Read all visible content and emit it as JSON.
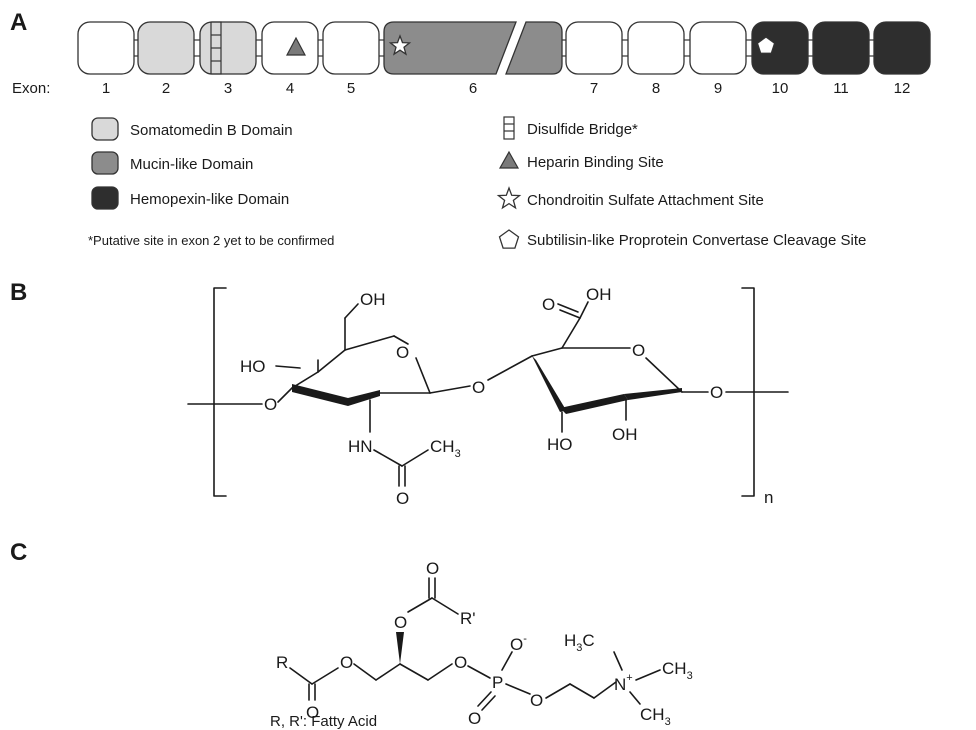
{
  "panels": {
    "a": "A",
    "b": "B",
    "c": "C"
  },
  "colors": {
    "somatomedin": "#d9d9d9",
    "mucin": "#8c8c8c",
    "hemopexin": "#2e2e2e",
    "plain": "#ffffff",
    "stroke": "#333333"
  },
  "exon_axis_label": "Exon:",
  "exons": [
    {
      "num": "1",
      "domain": "plain"
    },
    {
      "num": "2",
      "domain": "somatomedin"
    },
    {
      "num": "3",
      "domain": "somatomedin",
      "feature": "disulfide-bridge"
    },
    {
      "num": "4",
      "domain": "plain",
      "feature": "heparin-binding-site"
    },
    {
      "num": "5",
      "domain": "plain"
    },
    {
      "num": "6",
      "domain": "mucin",
      "feature": "chondroitin-sulfate-site"
    },
    {
      "num": "7",
      "domain": "plain"
    },
    {
      "num": "8",
      "domain": "plain"
    },
    {
      "num": "9",
      "domain": "plain"
    },
    {
      "num": "10",
      "domain": "hemopexin",
      "feature": "proprotein-convertase-site"
    },
    {
      "num": "11",
      "domain": "hemopexin"
    },
    {
      "num": "12",
      "domain": "hemopexin"
    }
  ],
  "legend_domains": [
    {
      "key": "somatomedin",
      "label": "Somatomedin B Domain"
    },
    {
      "key": "mucin",
      "label": "Mucin-like Domain"
    },
    {
      "key": "hemopexin",
      "label": "Hemopexin-like Domain"
    }
  ],
  "legend_sites": [
    {
      "icon": "disulfide-bridge-icon",
      "label": "Disulfide Bridge*"
    },
    {
      "icon": "triangle-icon",
      "label": "Heparin Binding Site"
    },
    {
      "icon": "star-icon",
      "label": "Chondroitin Sulfate Attachment Site"
    },
    {
      "icon": "pentagon-icon",
      "label": "Subtilisin-like Proprotein Convertase Cleavage Site"
    }
  ],
  "footnote": "*Putative site in exon 2 yet to be confirmed",
  "panel_b": {
    "oh_top": "OH",
    "ho_left": "HO",
    "ring_o1": "O",
    "glyco_o": "O",
    "ring_o2": "O",
    "cooh_o": "O",
    "cooh_oh": "OH",
    "left_o": "O",
    "right_o": "O",
    "hn": "HN",
    "ch": "CH",
    "ch_sub": "3",
    "carbonyl_o": "O",
    "ho_bottom": "HO",
    "oh_bottom": "OH",
    "repeat_n": "n"
  },
  "panel_c": {
    "carbonyl_o_top": "O",
    "ester_o_top": "O",
    "r_prime": "R'",
    "o_minus": "O",
    "minus": "-",
    "r": "R",
    "o1": "O",
    "o2": "O",
    "p": "P",
    "o3": "O",
    "carbonyl_o_bottom": "O",
    "p_o_double": "O",
    "h3c": "H",
    "h3c_sub": "3",
    "h3c_c": "C",
    "ch3_right": "CH",
    "ch3_right_sub": "3",
    "n_plus": "N",
    "plus": "+",
    "ch3_bottom": "CH",
    "ch3_bottom_sub": "3",
    "caption": "R, R': Fatty Acid"
  }
}
